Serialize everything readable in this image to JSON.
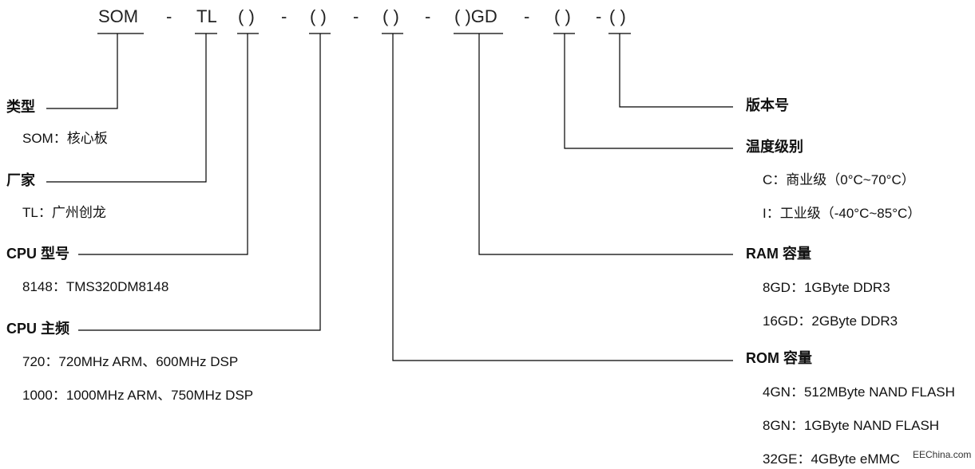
{
  "header": {
    "seg_som": "SOM",
    "seg_tl": "TL",
    "seg_p1": "( )",
    "seg_p2": "( )",
    "seg_p3": "( )",
    "seg_gd": "( )GD",
    "seg_p5": "( )",
    "seg_p6": "( )",
    "dash": "-"
  },
  "left": {
    "type": {
      "title": "类型",
      "items": [
        "SOM：核心板"
      ]
    },
    "vendor": {
      "title": "厂家",
      "items": [
        "TL：广州创龙"
      ]
    },
    "cpu_model": {
      "title": "CPU 型号",
      "items": [
        "8148：TMS320DM8148"
      ]
    },
    "cpu_freq": {
      "title": "CPU 主频",
      "items": [
        "720：720MHz ARM、600MHz DSP",
        "1000：1000MHz ARM、750MHz DSP"
      ]
    }
  },
  "right": {
    "version": {
      "title": "版本号",
      "items": []
    },
    "temp": {
      "title": "温度级别",
      "items": [
        "C：商业级（0°C~70°C）",
        "I：工业级（-40°C~85°C）"
      ]
    },
    "ram": {
      "title": "RAM 容量",
      "items": [
        "8GD：1GByte DDR3",
        "16GD：2GByte DDR3"
      ]
    },
    "rom": {
      "title": "ROM 容量",
      "items": [
        "4GN：512MByte NAND FLASH",
        "8GN：1GByte NAND FLASH",
        "32GE：4GByte eMMC"
      ]
    }
  },
  "watermark": "EEChina.com"
}
